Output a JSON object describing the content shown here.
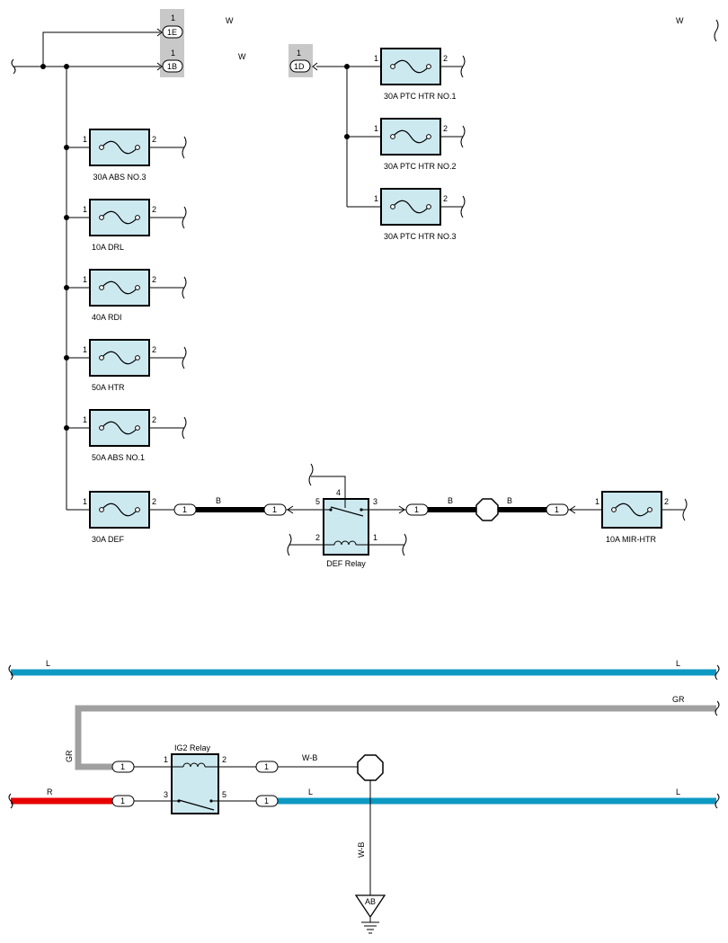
{
  "connector_1E": {
    "pin": "1",
    "label": "1E"
  },
  "connector_1B": {
    "pin": "1",
    "label": "1B"
  },
  "connector_1D": {
    "pin": "1",
    "label": "1D"
  },
  "wire_color_W_a": "W",
  "wire_color_W_b": "W",
  "wire_color_W_c": "W",
  "fuses": {
    "abs3": {
      "label": "30A ABS NO.3",
      "pin_in": "1",
      "pin_out": "2"
    },
    "drl": {
      "label": "10A DRL",
      "pin_in": "1",
      "pin_out": "2"
    },
    "rdi": {
      "label": "40A RDI",
      "pin_in": "1",
      "pin_out": "2"
    },
    "htr": {
      "label": "50A HTR",
      "pin_in": "1",
      "pin_out": "2"
    },
    "abs1": {
      "label": "50A ABS NO.1",
      "pin_in": "1",
      "pin_out": "2"
    },
    "def": {
      "label": "30A DEF",
      "pin_in": "1",
      "pin_out": "2"
    },
    "ptc1": {
      "label": "30A PTC HTR NO.1",
      "pin_in": "1",
      "pin_out": "2"
    },
    "ptc2": {
      "label": "30A PTC HTR NO.2",
      "pin_in": "1",
      "pin_out": "2"
    },
    "ptc3": {
      "label": "30A PTC HTR NO.3",
      "pin_in": "1",
      "pin_out": "2"
    },
    "mir": {
      "label": "10A MIR-HTR",
      "pin_in": "1",
      "pin_out": "2"
    }
  },
  "def_relay": {
    "label": "DEF Relay",
    "pin5": "5",
    "pin4": "4",
    "pin3": "3",
    "pin2": "2",
    "pin1": "1"
  },
  "ig2_relay": {
    "label": "IG2 Relay",
    "pin1": "1",
    "pin2": "2",
    "pin3": "3",
    "pin5": "5"
  },
  "inline_pin": "1",
  "wires": {
    "B1": "B",
    "B2": "B",
    "B3": "B",
    "L_top_left": "L",
    "L_top_right": "L",
    "GR_top": "GR",
    "GR_side": "GR",
    "WB_h": "W-B",
    "WB_v": "W-B",
    "R": "R",
    "L_bottom_mid": "L",
    "L_bottom_right": "L"
  },
  "ground": {
    "label": "AB"
  },
  "colors": {
    "fuse_fill": "#cce9f0",
    "L_wire": "#0e99c2",
    "GR_wire": "#a0a0a0",
    "R_wire": "#e60000",
    "connector_shade": "#c8c8c8"
  }
}
